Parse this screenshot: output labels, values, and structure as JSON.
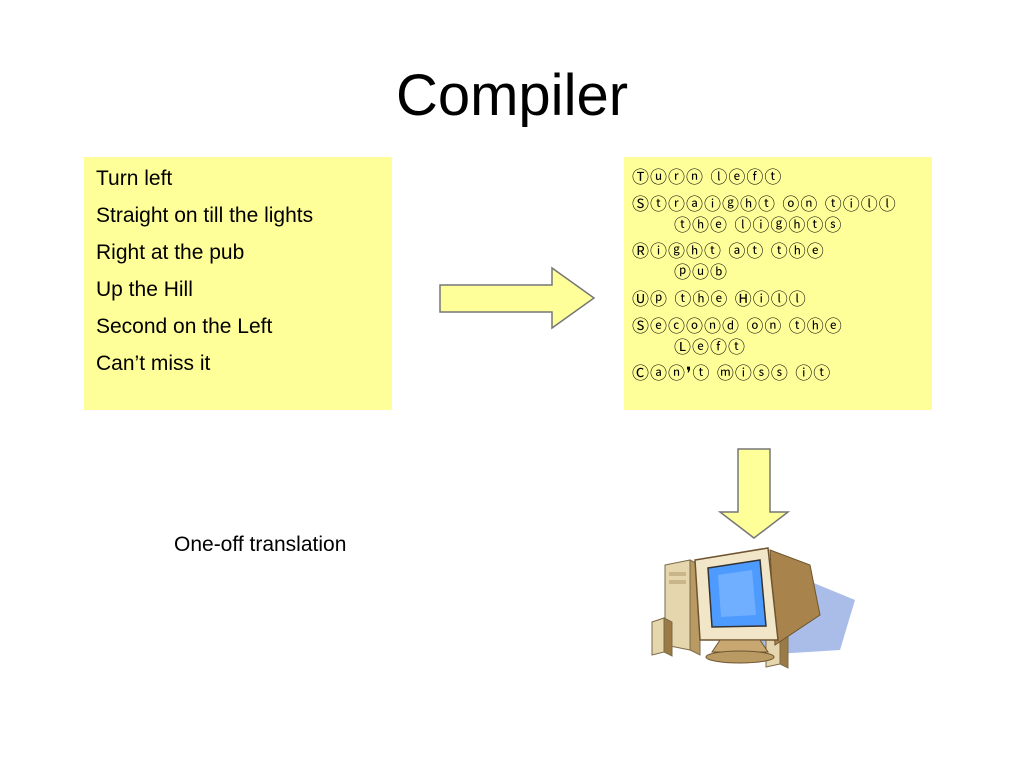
{
  "title": "Compiler",
  "source_lines": [
    "Turn left",
    "Straight on till the lights",
    "Right at the pub",
    "Up the Hill",
    "Second on the Left",
    "Can’t miss it"
  ],
  "translated_lines": [
    "Ⓣⓤⓡⓝ ⓛⓔⓕⓣ",
    "Ⓢⓣⓡⓐⓘⓖⓗⓣ ⓞⓝ ⓣⓘⓛⓛ",
    "ⓣⓗⓔ ⓛⓘⓖⓗⓣⓢ",
    "Ⓡⓘⓖⓗⓣ ⓐⓣ ⓣⓗⓔ",
    "ⓟⓤⓑ",
    "Ⓤⓟ ⓣⓗⓔ Ⓗⓘⓛⓛ",
    "Ⓢⓔⓒⓞⓝⓓ ⓞⓝ ⓣⓗⓔ",
    "Ⓛⓔⓕⓣ",
    "Ⓒⓐⓝ❜ⓣ ⓜⓘⓢⓢ ⓘⓣ"
  ],
  "caption": "One-off translation",
  "colors": {
    "box_fill": "#ffff99",
    "arrow_fill": "#ffff99",
    "arrow_stroke": "#777777",
    "monitor_body": "#f2e6c8",
    "screen": "#4d9bff"
  },
  "icons": {
    "computer": "computer-icon"
  }
}
